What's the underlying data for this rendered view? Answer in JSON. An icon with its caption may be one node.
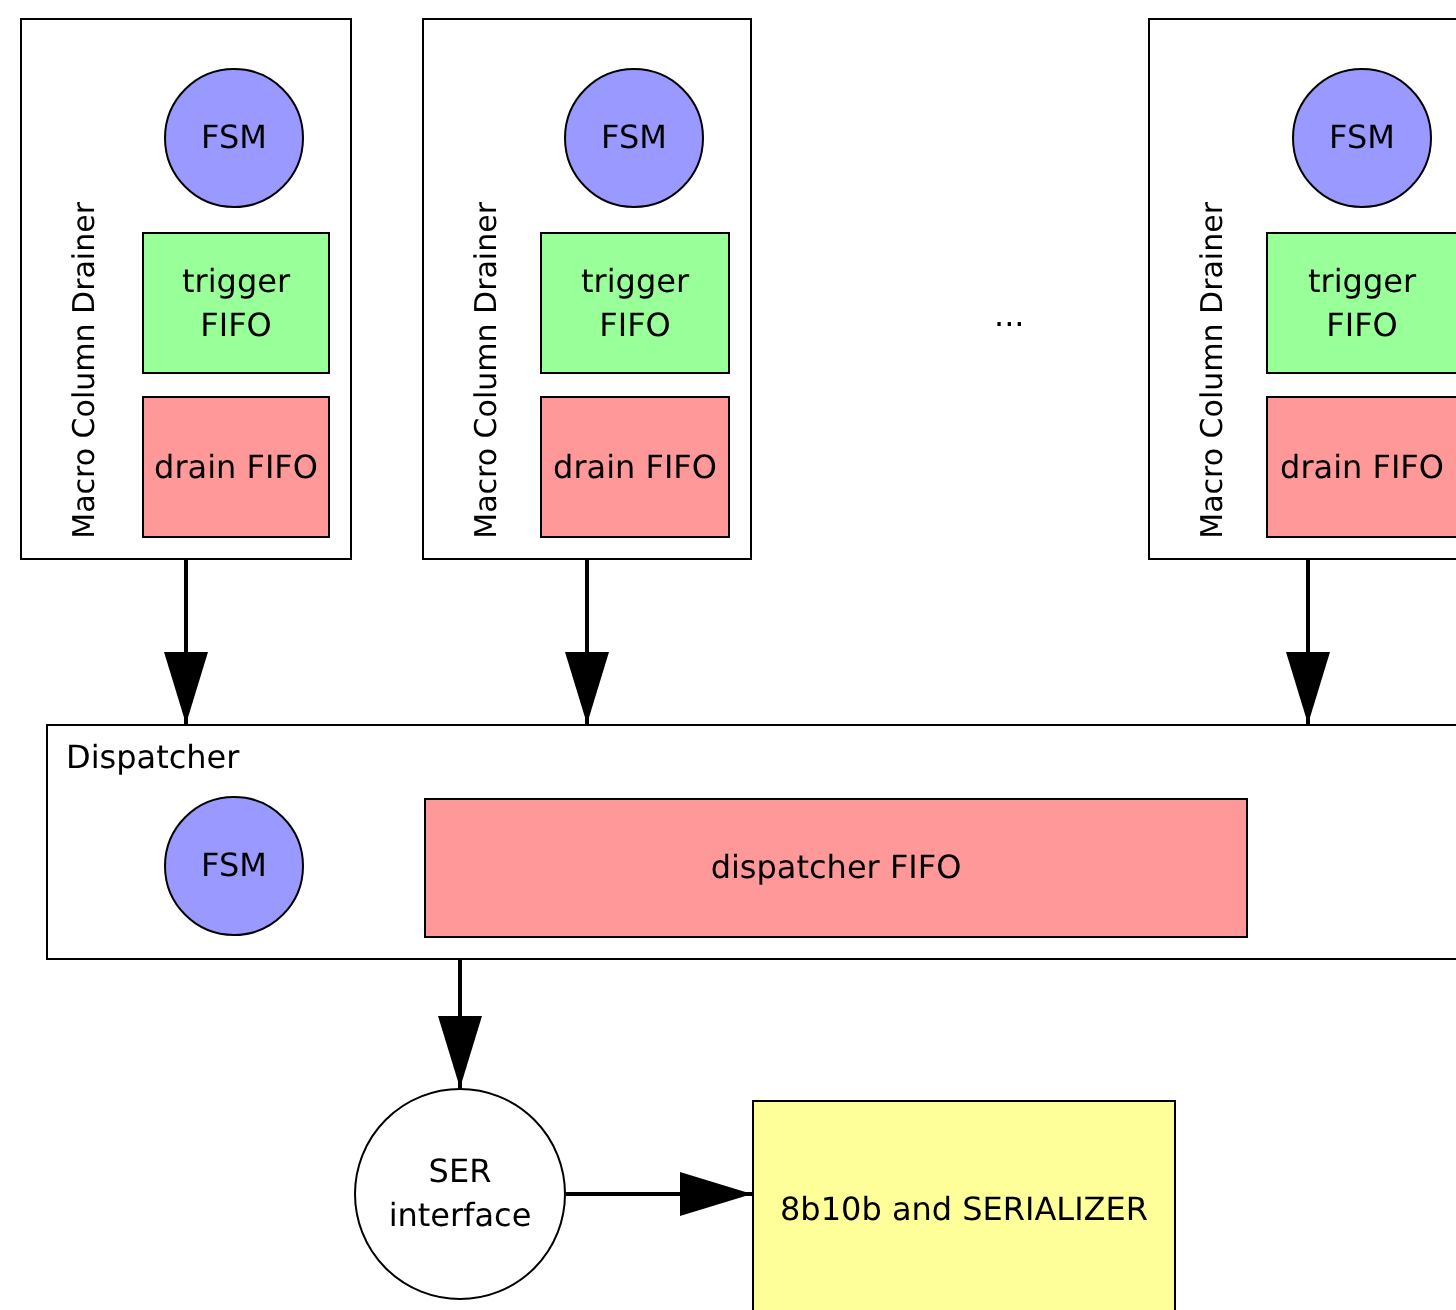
{
  "diagram": {
    "nodes": [
      {
        "text": [
          "Macro Column Drainer"
        ]
      },
      {
        "text": [
          "FSM"
        ],
        "in": 0
      },
      {
        "text": [
          "trigger FIFO"
        ],
        "in": 0
      },
      {
        "text": [
          "drain FIFO"
        ],
        "in": 0
      },
      {
        "text": [
          "Macro Column Drainer"
        ]
      },
      {
        "text": [
          "FSM"
        ],
        "in": 4
      },
      {
        "text": [
          "trigger FIFO"
        ],
        "in": 4
      },
      {
        "text": [
          "drain FIFO"
        ],
        "in": 4
      },
      {
        "text": [
          "Macro Column Drainer"
        ]
      },
      {
        "text": [
          "FSM"
        ],
        "in": 8
      },
      {
        "text": [
          "trigger FIFO"
        ],
        "in": 8
      },
      {
        "text": [
          "drain FIFO"
        ],
        "in": 8
      },
      {
        "text": [
          "Dispatcher"
        ]
      },
      {
        "text": [
          "FSM"
        ],
        "in": 12
      },
      {
        "text": [
          "dispatcher FIFO"
        ],
        "in": 12
      },
      {
        "text": [
          "SER interface"
        ]
      },
      {
        "text": [
          "8b10b and SERIALIZER"
        ]
      }
    ],
    "edges": [
      {
        "from": 0,
        "to": 12,
        "arrow": "to"
      },
      {
        "from": 4,
        "to": 12,
        "arrow": "to"
      },
      {
        "from": 8,
        "to": 12,
        "arrow": "to"
      },
      {
        "from": 12,
        "to": 15,
        "arrow": "to"
      },
      {
        "from": 15,
        "to": 16,
        "arrow": "to"
      }
    ],
    "labels": [
      "..."
    ]
  }
}
